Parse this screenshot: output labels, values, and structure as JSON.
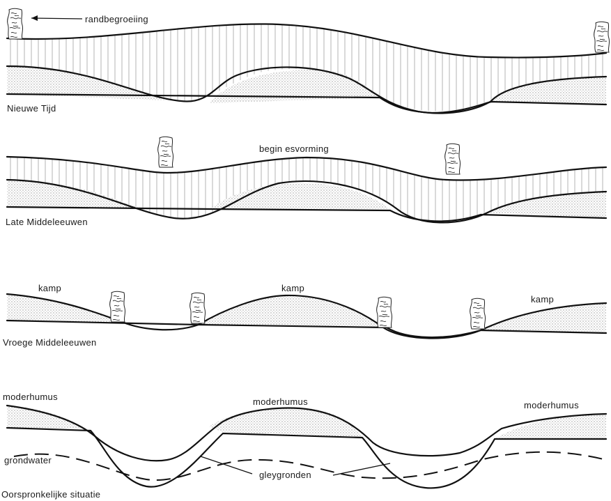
{
  "panels": [
    {
      "caption": "Nieuwe Tijd",
      "labels": {
        "randbegroeiing": "randbegroeiing"
      }
    },
    {
      "caption": "Late Middeleeuwen",
      "labels": {
        "esvorming": "begin esvorming"
      }
    },
    {
      "caption": "Vroege Middeleeuwen",
      "labels": {
        "kamp": "kamp"
      }
    },
    {
      "caption": "Oorspronkelijke situatie",
      "labels": {
        "moderhumus": "moderhumus",
        "grondwater": "grondwater",
        "gleygronden": "gleygronden"
      }
    }
  ],
  "colors": {
    "ink": "#111111",
    "stipple": "#bdbdbd",
    "hatch": "#8a8a8a",
    "paper": "#ffffff"
  },
  "icons": {
    "hedge": "shrub-hedge-icon"
  }
}
